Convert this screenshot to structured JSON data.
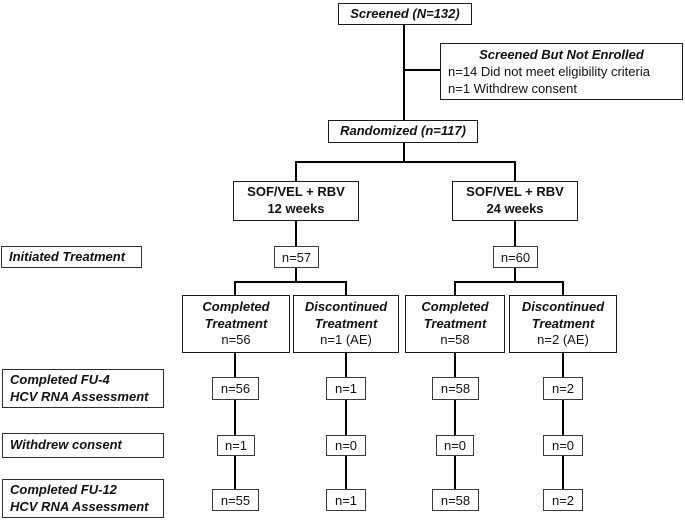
{
  "flow": {
    "screened": {
      "label": "Screened (N=132)"
    },
    "screened_but_not_enrolled": {
      "title": "Screened But Not Enrolled",
      "reasons": [
        "n=14 Did not meet eligibility criteria",
        "n=1 Withdrew consent"
      ]
    },
    "randomized": {
      "label": "Randomized (n=117)"
    },
    "arms": [
      {
        "regimen": "SOF/VEL + RBV",
        "duration": "12 weeks",
        "initiated_n": "n=57",
        "completed": {
          "line1": "Completed",
          "line2": "Treatment",
          "n": "n=56"
        },
        "discontinued": {
          "line1": "Discontinued",
          "line2": "Treatment",
          "n": "n=1 (AE)"
        }
      },
      {
        "regimen": "SOF/VEL + RBV",
        "duration": "24 weeks",
        "initiated_n": "n=60",
        "completed": {
          "line1": "Completed",
          "line2": "Treatment",
          "n": "n=58"
        },
        "discontinued": {
          "line1": "Discontinued",
          "line2": "Treatment",
          "n": "n=2 (AE)"
        }
      }
    ],
    "row_labels": {
      "initiated": "Initiated Treatment",
      "fu4": [
        "Completed FU-4",
        "HCV RNA Assessment"
      ],
      "withdrew": "Withdrew consent",
      "fu12": [
        "Completed FU-12",
        "HCV RNA Assessment"
      ]
    },
    "fu4_counts": [
      "n=56",
      "n=1",
      "n=58",
      "n=2"
    ],
    "withdrew_counts": [
      "n=1",
      "n=0",
      "n=0",
      "n=0"
    ],
    "fu12_counts": [
      "n=55",
      "n=1",
      "n=58",
      "n=2"
    ]
  },
  "colors": {
    "line": "#000000",
    "border": "#1c1c1c",
    "background": "#ffffff"
  }
}
